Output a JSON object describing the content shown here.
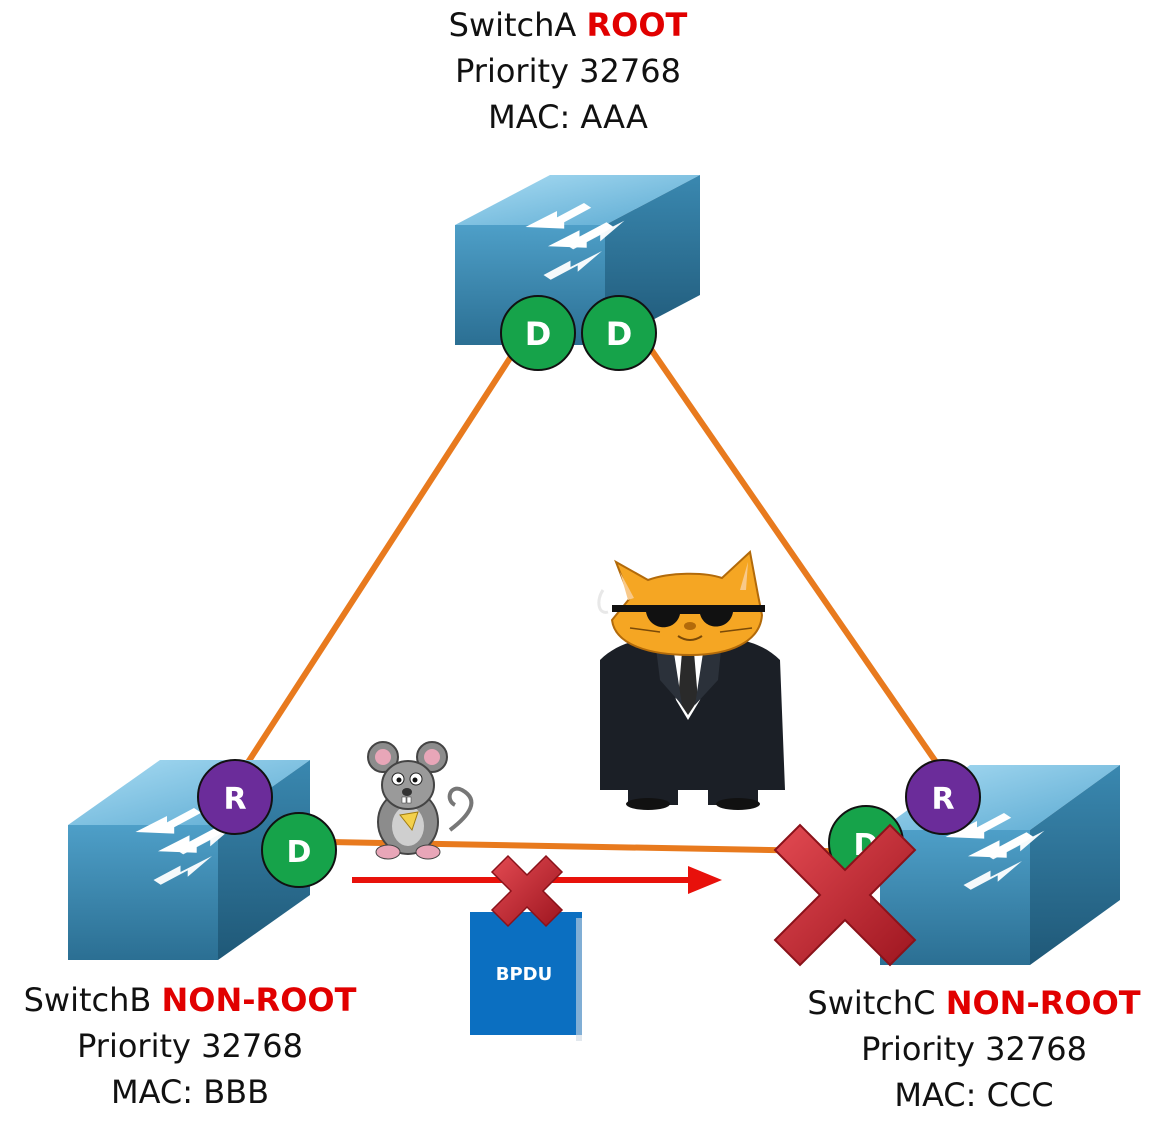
{
  "switches": {
    "a": {
      "name": "SwitchA",
      "role": "ROOT",
      "priority": "Priority 32768",
      "mac": "MAC: AAA"
    },
    "b": {
      "name": "SwitchB",
      "role": "NON-ROOT",
      "priority": "Priority 32768",
      "mac": "MAC: BBB"
    },
    "c": {
      "name": "SwitchC",
      "role": "NON-ROOT",
      "priority": "Priority 32768",
      "mac": "MAC: CCC"
    }
  },
  "ports": {
    "a_left": "D",
    "a_right": "D",
    "b_root": "R",
    "b_designated": "D",
    "c_root": "R",
    "c_designated": "D"
  },
  "bpdu": {
    "label": "BPDU"
  },
  "colors": {
    "link": "#e87a1e",
    "designated": "#16a34a",
    "root_port": "#6b2c9a",
    "role_text": "#e10000",
    "bpdu_arrow": "#e8110b",
    "bpdu_box": "#0b6fc1",
    "blocked_x": "#c41f2a",
    "switch_top": "#7fc4e6",
    "switch_side": "#2f7fa6"
  },
  "icons": [
    "switch-icon",
    "cat-agent-icon",
    "mouse-icon",
    "blocked-x-icon",
    "bpdu-packet-icon"
  ]
}
